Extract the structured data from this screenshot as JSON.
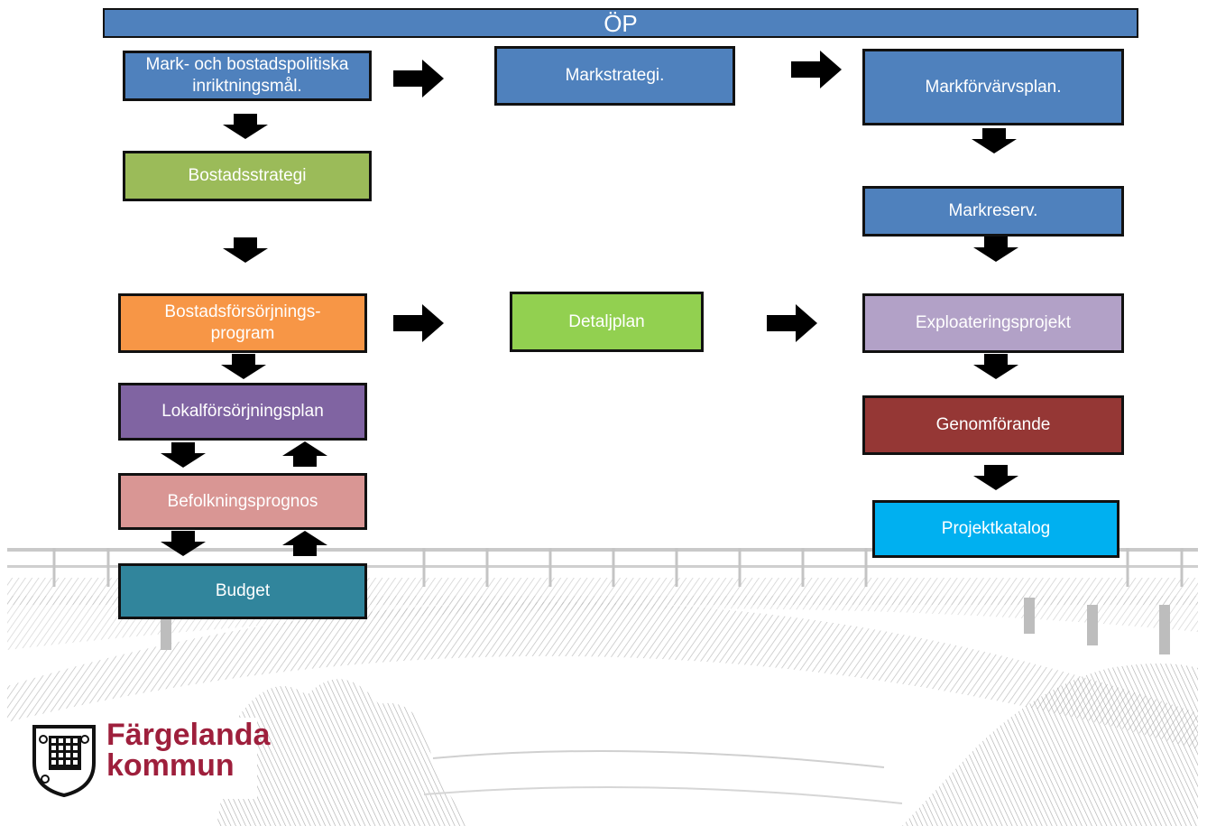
{
  "title": "ÖP",
  "colors": {
    "blue": "#4f81bd",
    "green": "#9bbb59",
    "orange": "#f79646",
    "light_green": "#92d050",
    "lavender": "#b2a1c7",
    "purple": "#8064a2",
    "pink": "#d99694",
    "dark_red": "#953735",
    "teal": "#31859c",
    "cyan": "#00b0f0"
  },
  "boxes": {
    "mark_bostad": "Mark- och bostadspolitiska inriktningsmål.",
    "markstrategi": "Markstrategi.",
    "markforvarvsplan": "Markförvärvsplan.",
    "bostadsstrategi": "Bostadsstrategi",
    "markreserv": "Markreserv.",
    "bostadsforsorjningsprogram": "Bostadsförsörjnings-program",
    "detaljplan": "Detaljplan",
    "exploateringsprojekt": "Exploateringsprojekt",
    "lokalforsorjningsplan": "Lokalförsörjningsplan",
    "genomforande": "Genomförande",
    "befolkningsprognos": "Befolkningsprognos",
    "projektkatalog": "Projektkatalog",
    "budget": "Budget"
  },
  "logo": {
    "line1": "Färgelanda",
    "line2": "kommun",
    "icon": "coat-of-arms-icon"
  },
  "background": {
    "icon": "bridge-sketch"
  }
}
